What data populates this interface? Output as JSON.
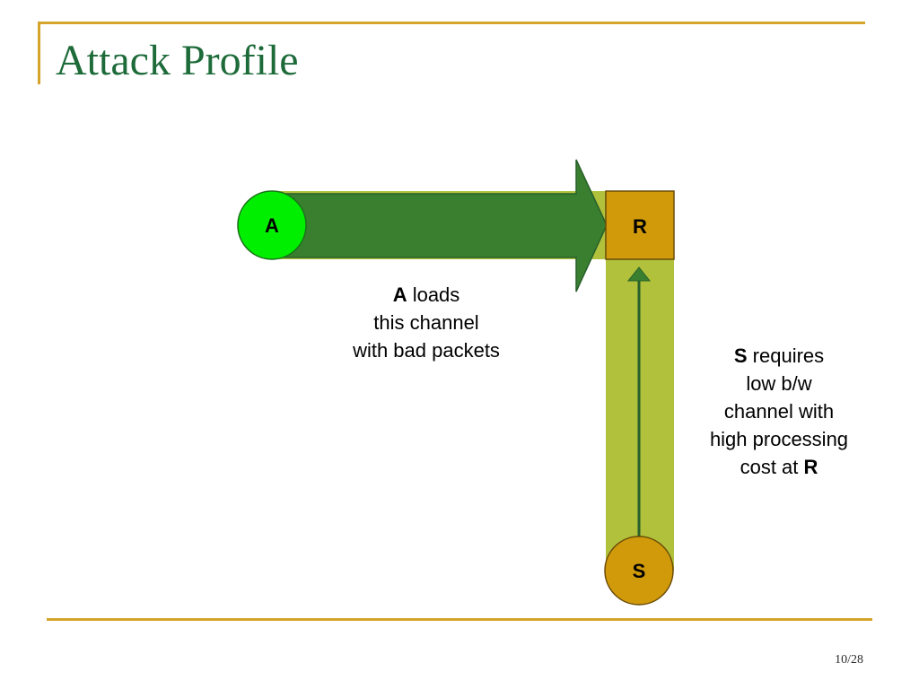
{
  "slide": {
    "title": "Attack Profile",
    "page_number": "10/28"
  },
  "diagram": {
    "nodes": {
      "attacker": {
        "label": "A"
      },
      "router": {
        "label": "R"
      },
      "sender": {
        "label": "S"
      }
    },
    "captions": {
      "attack": {
        "bold_lead": "A",
        "line1_rest": " loads",
        "line2": "this channel",
        "line3": "with bad packets"
      },
      "sender": {
        "bold_lead": "S",
        "line1_rest": " requires",
        "line2": "low b/w",
        "line3": "channel with",
        "line4": "high processing",
        "line5_lead": "cost at ",
        "line5_bold": "R"
      }
    },
    "colors": {
      "title": "#1e6b3a",
      "frame_rule": "#d4a52a",
      "channel_fill": "#b1c13b",
      "attack_arrow": "#3a7f30",
      "attack_arrow_outline": "#27602a",
      "attacker_node": "#00ee00",
      "router_node": "#d19a0a",
      "sender_node": "#d19a0a",
      "sender_arrow": "#3a7f30"
    }
  }
}
